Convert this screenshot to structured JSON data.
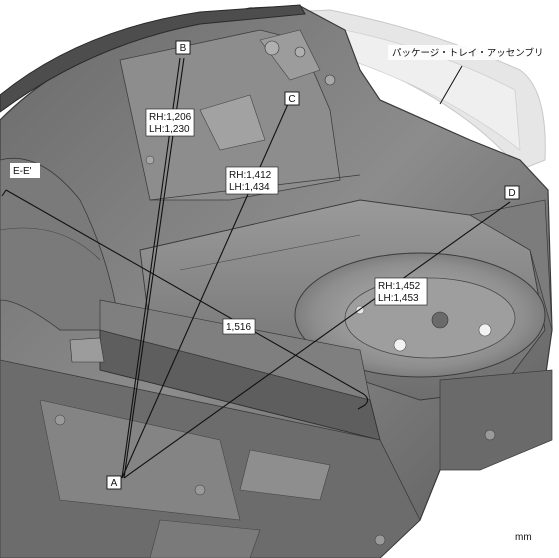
{
  "labels": {
    "point_a": "A",
    "point_b": "B",
    "point_c": "C",
    "point_d": "D",
    "point_ee": "E-E'"
  },
  "dimensions": {
    "a_to_b_rh": "RH:1,206",
    "a_to_b_lh": "LH:1,230",
    "a_to_c_rh": "RH:1,412",
    "a_to_c_lh": "LH:1,434",
    "a_to_d_rh": "RH:1,452",
    "a_to_d_lh": "LH:1,453",
    "e_to_e": "1,516"
  },
  "part_name": "パッケージ・トレイ・アッセンブリ",
  "unit": "mm",
  "colors": {
    "body_dark": "#5c5c5c",
    "body_mid": "#8a8a8a",
    "body_light": "#b5b5b5",
    "tray_ghost": "#e4e4e4",
    "line": "#111111"
  }
}
